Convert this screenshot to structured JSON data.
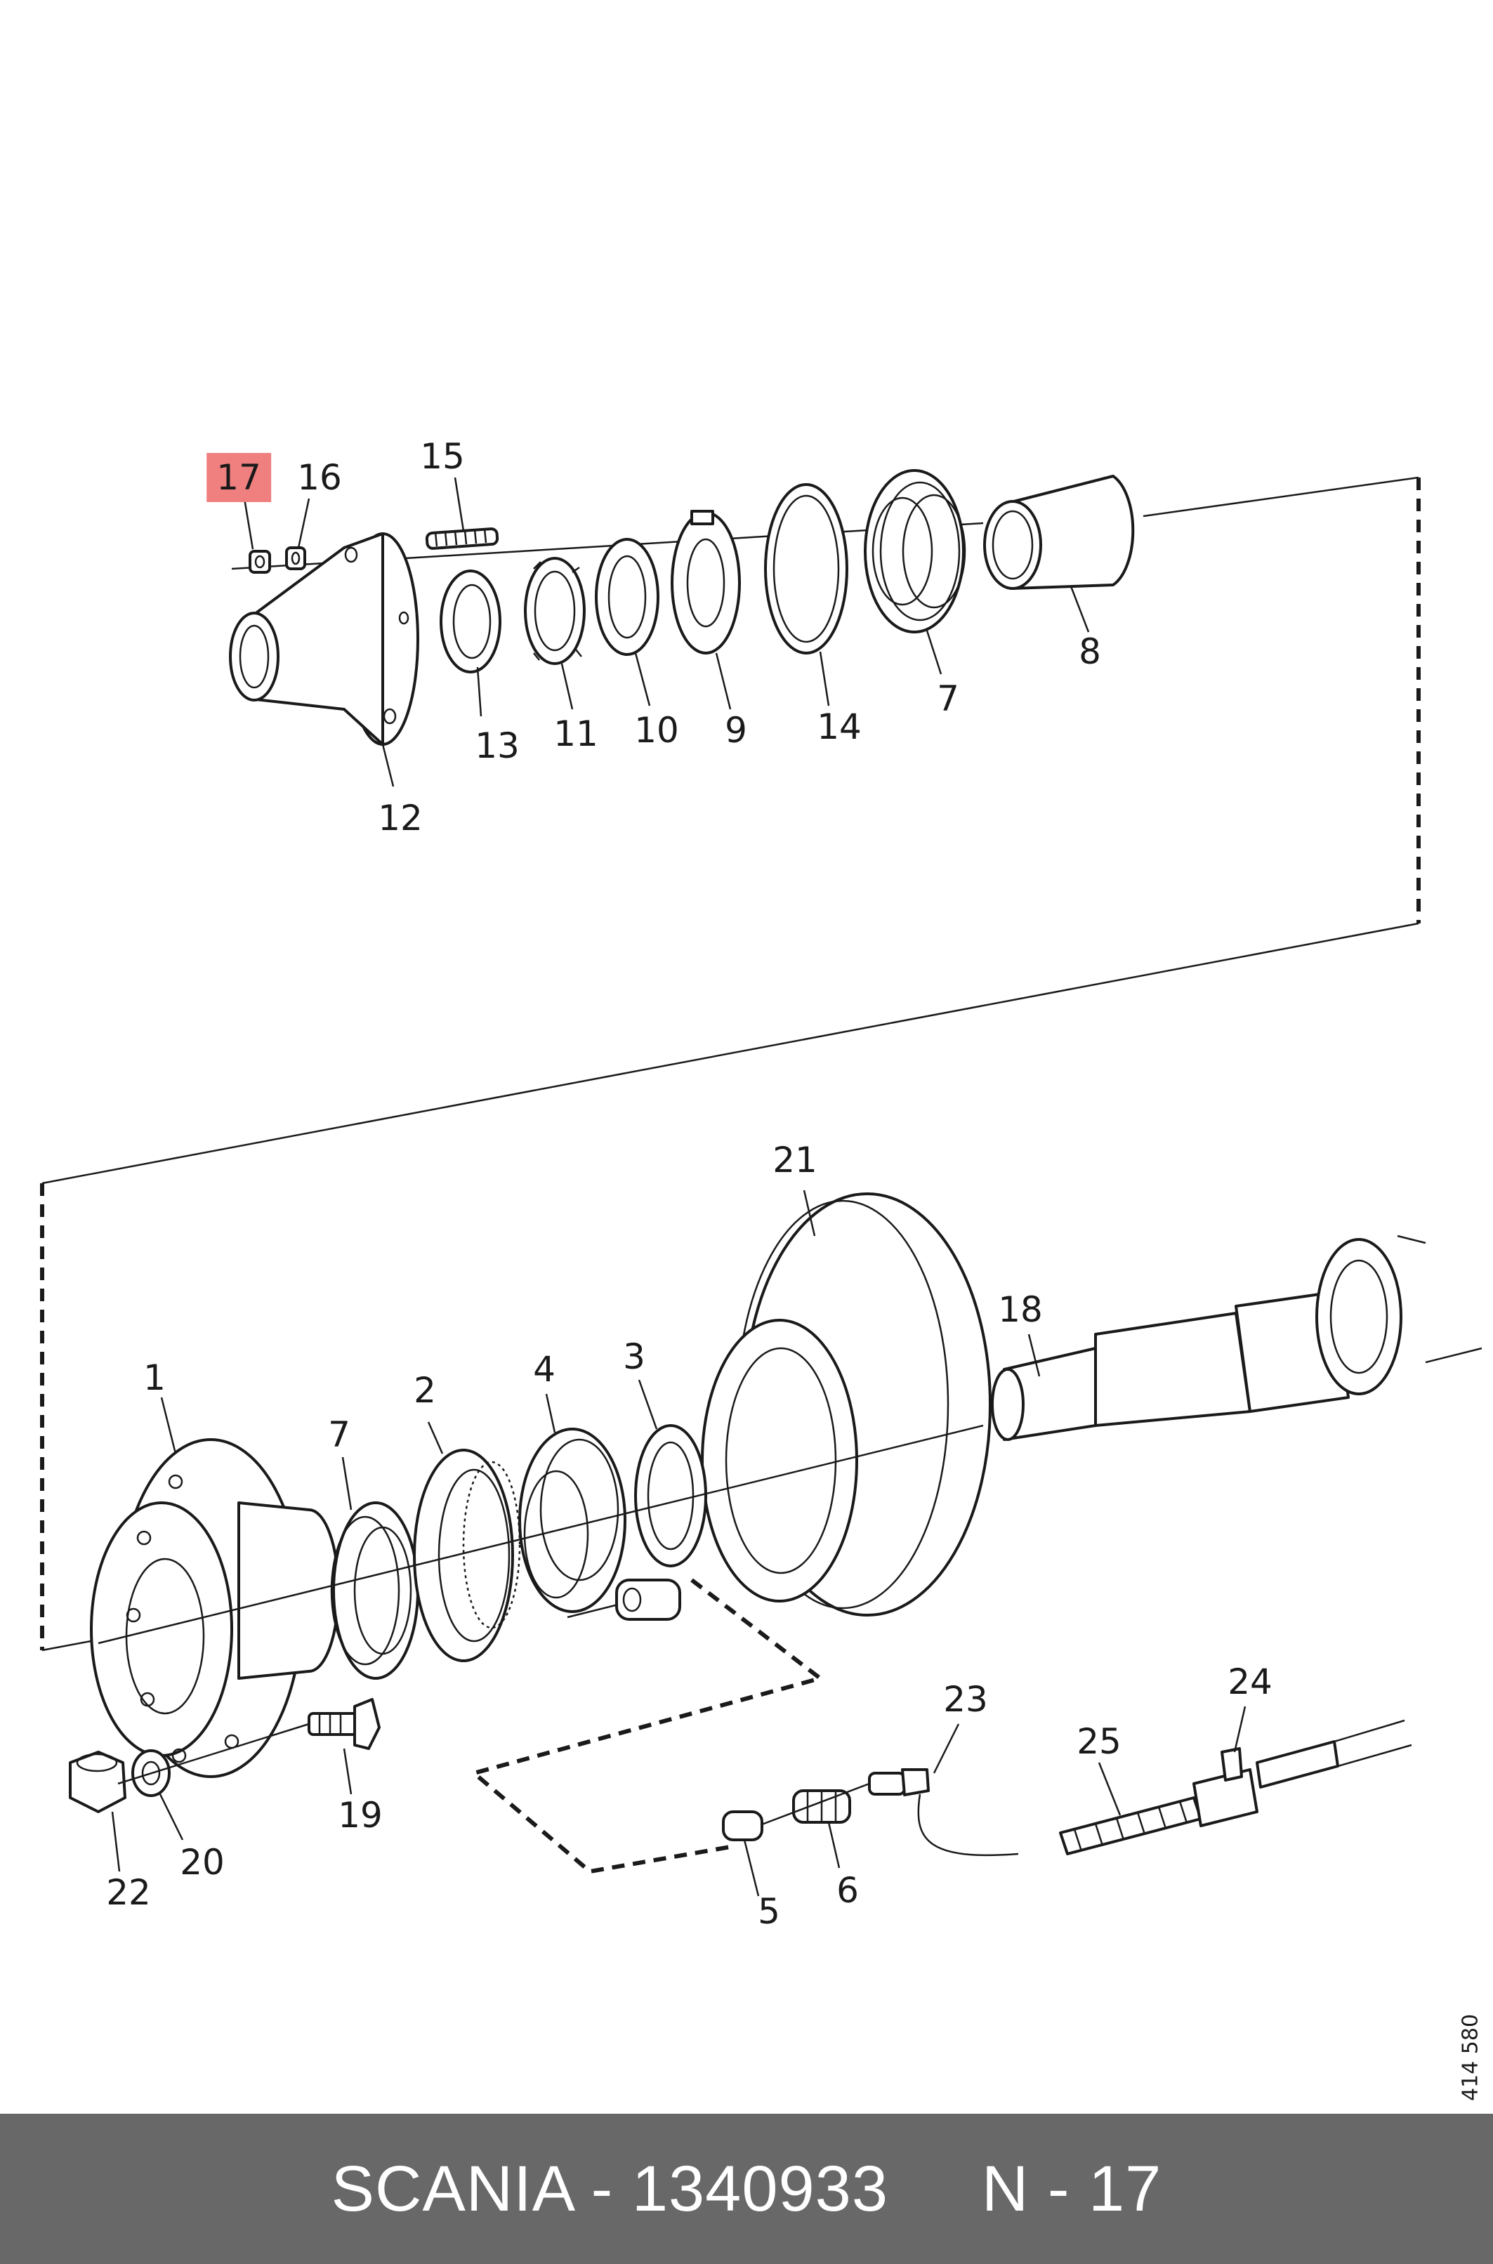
{
  "diagram": {
    "highlighted_part": "17",
    "drawing_number": "414 580",
    "parts": [
      {
        "id": "p17",
        "label": "17"
      },
      {
        "id": "p16",
        "label": "16"
      },
      {
        "id": "p15",
        "label": "15"
      },
      {
        "id": "p13",
        "label": "13"
      },
      {
        "id": "p11",
        "label": "11"
      },
      {
        "id": "p10",
        "label": "10"
      },
      {
        "id": "p9",
        "label": "9"
      },
      {
        "id": "p14",
        "label": "14"
      },
      {
        "id": "p7a",
        "label": "7"
      },
      {
        "id": "p8",
        "label": "8"
      },
      {
        "id": "p12",
        "label": "12"
      },
      {
        "id": "p21",
        "label": "21"
      },
      {
        "id": "p18",
        "label": "18"
      },
      {
        "id": "p1",
        "label": "1"
      },
      {
        "id": "p2",
        "label": "2"
      },
      {
        "id": "p4",
        "label": "4"
      },
      {
        "id": "p3",
        "label": "3"
      },
      {
        "id": "p7b",
        "label": "7"
      },
      {
        "id": "p23",
        "label": "23"
      },
      {
        "id": "p24",
        "label": "24"
      },
      {
        "id": "p25",
        "label": "25"
      },
      {
        "id": "p19",
        "label": "19"
      },
      {
        "id": "p20",
        "label": "20"
      },
      {
        "id": "p22",
        "label": "22"
      },
      {
        "id": "p5",
        "label": "5"
      },
      {
        "id": "p6",
        "label": "6"
      }
    ]
  },
  "footer": {
    "text": "SCANIA - 1340933     N - 17"
  },
  "colors": {
    "highlight": "#f08080",
    "footer_bg": "#686868",
    "footer_text": "#ffffff",
    "line": "#1a1a1a"
  }
}
